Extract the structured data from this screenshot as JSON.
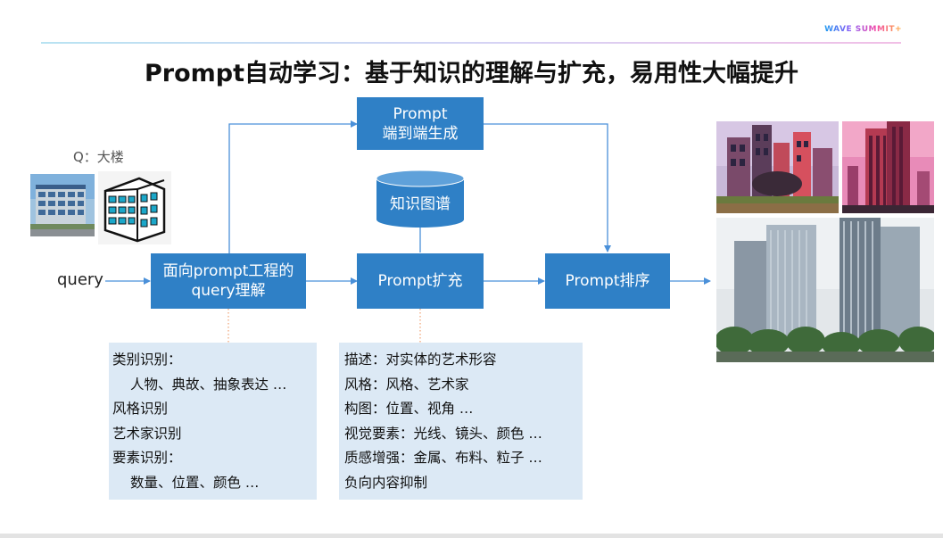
{
  "header": {
    "brand": "WAVE SUMMIT+",
    "title": "Prompt自动学习：基于知识的理解与扩充，易用性大幅提升"
  },
  "input": {
    "question_label": "Q：大楼",
    "query_label": "query"
  },
  "nodes": {
    "query_understanding": {
      "line1": "面向prompt工程的",
      "line2": "query理解"
    },
    "end_to_end": {
      "line1": "Prompt",
      "line2": "端到端生成"
    },
    "knowledge_graph": {
      "label": "知识图谱"
    },
    "expansion": {
      "label": "Prompt扩充"
    },
    "ranking": {
      "label": "Prompt排序"
    }
  },
  "understanding_panel": {
    "items": [
      "类别识别：",
      "人物、典故、抽象表达 …",
      "风格识别",
      "艺术家识别",
      "要素识别：",
      "数量、位置、颜色 …"
    ]
  },
  "expansion_panel": {
    "items": [
      "描述：对实体的艺术形容",
      "风格：风格、艺术家",
      "构图：位置、视角 …",
      "视觉要素：光线、镜头、颜色 …",
      "质感增强：金属、布料、粒子 …",
      "负向内容抑制"
    ]
  },
  "colors": {
    "box": "#2f80c6",
    "panel": "#dce9f5",
    "arrow": "#4a90d9",
    "dotted": "#f0a070"
  }
}
